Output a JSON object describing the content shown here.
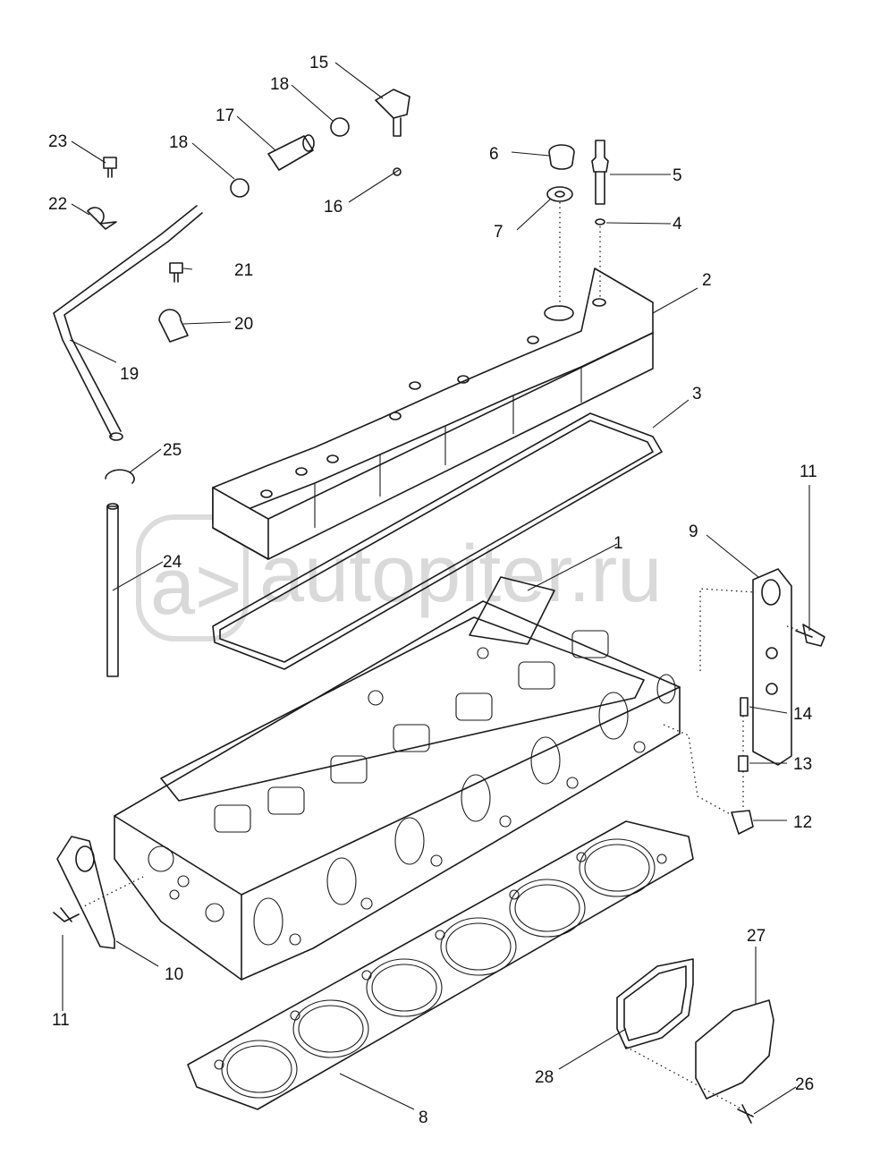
{
  "watermark": {
    "text": "autopiter.ru",
    "logo_text": "a>"
  },
  "callouts": [
    "1",
    "2",
    "3",
    "4",
    "5",
    "6",
    "7",
    "8",
    "9",
    "10",
    "11",
    "11",
    "12",
    "13",
    "14",
    "15",
    "16",
    "17",
    "18",
    "18",
    "19",
    "20",
    "21",
    "22",
    "23",
    "24",
    "25",
    "26",
    "27",
    "28"
  ],
  "colors": {
    "line": "#1a1a1a",
    "background": "#ffffff",
    "watermark": "#d9d9d9"
  }
}
